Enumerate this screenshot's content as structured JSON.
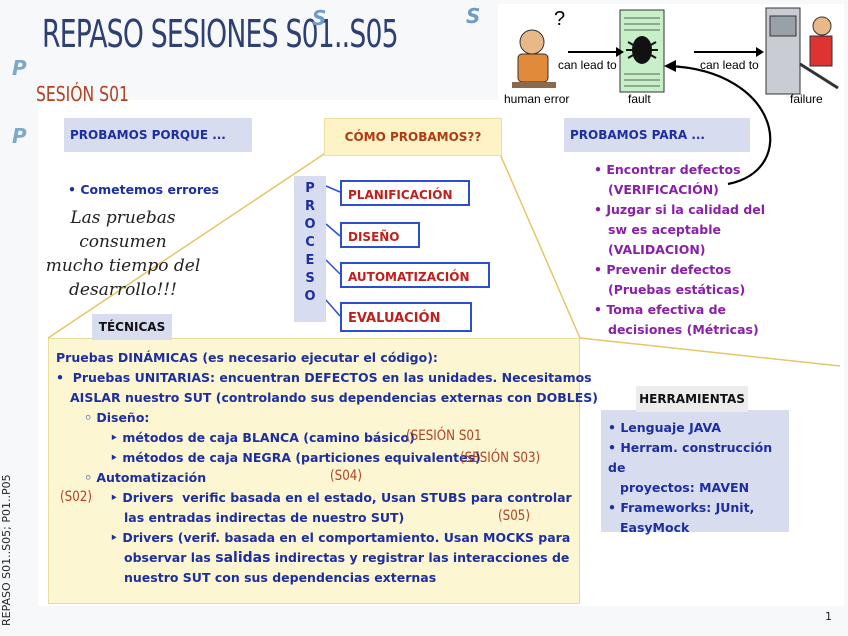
{
  "title": "REPASO SESIONES S01..S05",
  "session_label": "SESIÓN S01",
  "icons": {
    "p": "P",
    "s": "S"
  },
  "diagram": {
    "question_mark": "?",
    "arrow_label_1": "can lead to",
    "arrow_label_2": "can lead to",
    "human_error": "human error",
    "fault": "fault",
    "failure": "failure"
  },
  "porque": {
    "header": "PROBAMOS PORQUE ...",
    "bullet": "Cometemos errores",
    "handwritten": [
      "Las pruebas consumen",
      "mucho tiempo del",
      "desarrollo!!!"
    ]
  },
  "como": {
    "header": "CÓMO PROBAMOS??",
    "proceso_letters": [
      "P",
      "R",
      "O",
      "C",
      "E",
      "S",
      "O"
    ],
    "steps": [
      "PLANIFICACIÓN",
      "DISEÑO",
      "AUTOMATIZACIÓN",
      "EVALUACIÓN"
    ]
  },
  "para": {
    "header": "PROBAMOS PARA ...",
    "items": [
      [
        "Encontrar defectos",
        "(VERIFICACIÓN)"
      ],
      [
        "Juzgar si la calidad del",
        "sw es aceptable",
        "(VALIDACION)"
      ],
      [
        "Prevenir defectos",
        "(Pruebas estáticas)"
      ],
      [
        "Toma efectiva de",
        "decisiones (Métricas)"
      ]
    ]
  },
  "tecnicas": {
    "label": "TÉCNICAS",
    "line1": "Pruebas DINÁMICAS (es necesario ejecutar el código):",
    "line2": "Pruebas UNITARIAS: encuentran DEFECTOS en las unidades. Necesitamos",
    "line3": "AISLAR nuestro SUT (controlando sus dependencias externas con DOBLES)",
    "diseno": "Diseño:",
    "blanca": "métodos de caja BLANCA (camino básico)",
    "negra": "métodos de caja NEGRA (particiones equivalentes)",
    "automatizacion": "Automatización",
    "drivers": "Drivers",
    "stubs_line": "verific basada en el estado, Usan  STUBS para controlar",
    "stubs_line2": "las entradas indirectas de nuestro SUT)",
    "drivers2": "Drivers",
    "mocks_line": "(verif. basada en el comportamiento. Usan MOCKS para",
    "mocks_line2a": "observar las",
    "mocks_salidas": "salidas",
    "mocks_line2b": " indirectas y registrar las interacciones de",
    "mocks_line3": "nuestro SUT con sus dependencias externas",
    "ann_s01": "(SESIÓN S01",
    "ann_s03": "(SESIÓN S03)",
    "ann_s04": "(S04)",
    "ann_s02": "(S02)",
    "ann_s05": "(S05)"
  },
  "herramientas": {
    "label": "HERRAMIENTAS",
    "items": [
      "Lenguaje JAVA",
      "Herram. construcción de",
      "proyectos: MAVEN",
      "Frameworks: JUnit,",
      "EasyMock"
    ]
  },
  "footer": "REPASO  S01..S05; P01..P05",
  "page_number": "1",
  "colors": {
    "blue": "#1c2ea3",
    "purple": "#8a1fa8",
    "red": "#c0201d",
    "title": "#2e3f72",
    "yellow_bg": "#fdf6d3"
  }
}
